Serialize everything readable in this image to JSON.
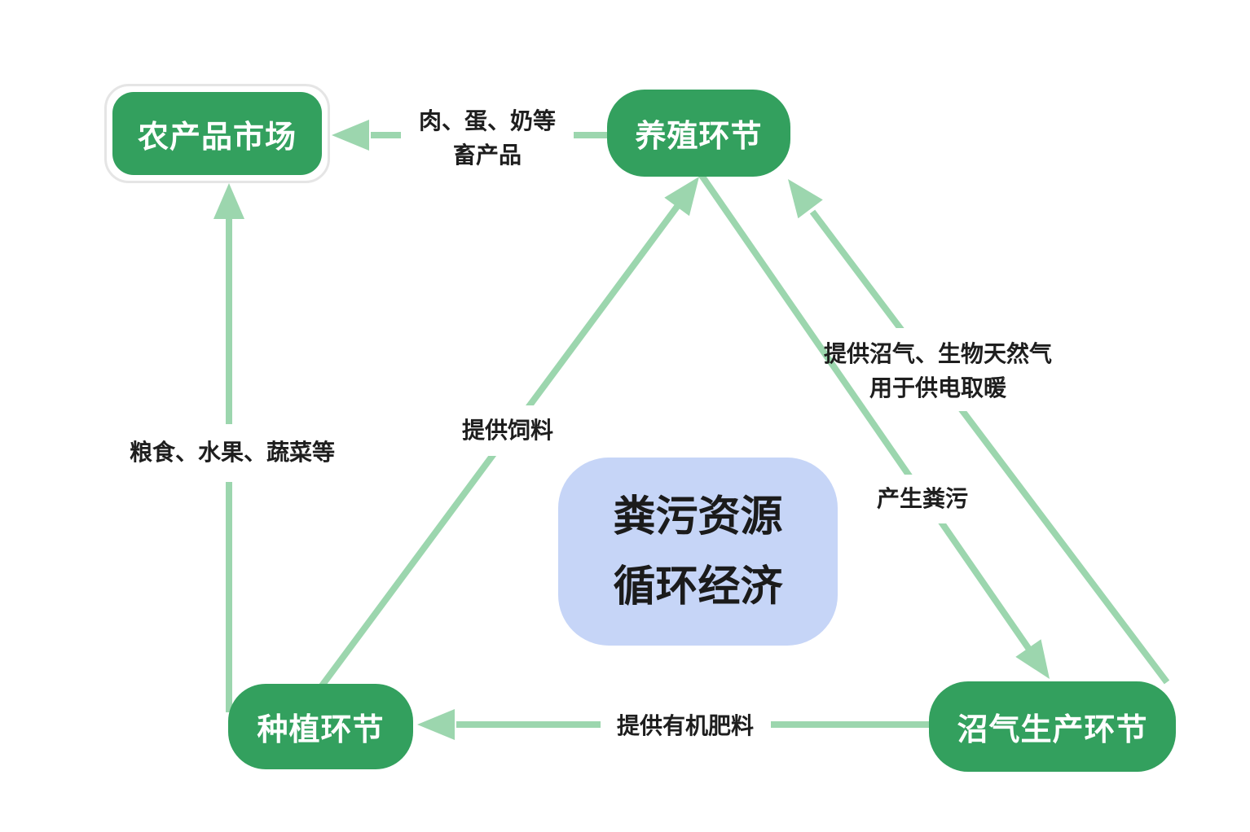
{
  "diagram_title": "粪污资源循环经济",
  "colors": {
    "node_green": "#33A05E",
    "arrow_green": "#9CD6AE",
    "center_blue": "#C6D5F7",
    "selection_ring_border": "#E5E5E5",
    "node_text": "#ffffff",
    "label_text": "#1e1e1e",
    "background": "#ffffff"
  },
  "center_box": {
    "line1": "粪污资源",
    "line2": "循环经济"
  },
  "nodes": {
    "market": {
      "label": "农产品市场",
      "selected": true
    },
    "breeding": {
      "label": "养殖环节"
    },
    "planting": {
      "label": "种植环节"
    },
    "biogas": {
      "label": "沼气生产环节"
    }
  },
  "edges": [
    {
      "from": "breeding",
      "to": "market",
      "label_line1": "肉、蛋、奶等",
      "label_line2": "畜产品"
    },
    {
      "from": "planting",
      "to": "market",
      "label": "粮食、水果、蔬菜等"
    },
    {
      "from": "planting",
      "to": "breeding",
      "label": "提供饲料"
    },
    {
      "from": "breeding",
      "to": "biogas",
      "label": "产生粪污"
    },
    {
      "from": "biogas",
      "to": "breeding",
      "label_line1": "提供沼气、生物天然气",
      "label_line2": "用于供电取暖"
    },
    {
      "from": "biogas",
      "to": "planting",
      "label": "提供有机肥料"
    }
  ]
}
